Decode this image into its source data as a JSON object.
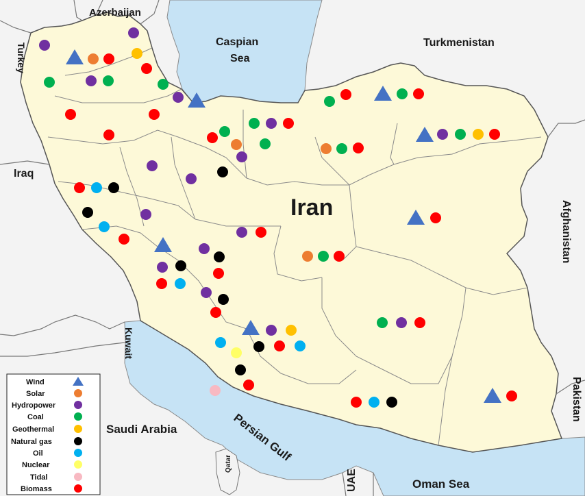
{
  "labels": {
    "azerbaijan": "Azerbaijan",
    "caspian_line1": "Caspian",
    "caspian_line2": "Sea",
    "turkmenistan": "Turkmenistan",
    "turkey": "Turkey",
    "iraq": "Iraq",
    "iran": "Iran",
    "afghanistan": "Afghanistan",
    "kuwait": "Kuwait",
    "saudi_arabia": "Saudi Arabia",
    "persian_gulf": "Persian Gulf",
    "qatar": "Qatar",
    "uae": "UAE",
    "oman_sea": "Oman Sea",
    "pakistan": "Pakistan"
  },
  "legend": [
    {
      "label": "Wind",
      "type": "wind",
      "shape": "triangle",
      "color": "#4472c4"
    },
    {
      "label": "Solar",
      "type": "solar",
      "shape": "circle",
      "color": "#ed7d31"
    },
    {
      "label": "Hydropower",
      "type": "hydro",
      "shape": "circle",
      "color": "#7030a0"
    },
    {
      "label": "Coal",
      "type": "coal",
      "shape": "circle",
      "color": "#00b050"
    },
    {
      "label": "Geothermal",
      "type": "geo",
      "shape": "circle",
      "color": "#ffc000"
    },
    {
      "label": "Natural gas",
      "type": "gas",
      "shape": "circle",
      "color": "#000000"
    },
    {
      "label": "Oil",
      "type": "oil",
      "shape": "circle",
      "color": "#00b0f0"
    },
    {
      "label": "Nuclear",
      "type": "nuclear",
      "shape": "circle",
      "color": "#ffff66"
    },
    {
      "label": "Tidal",
      "type": "tidal",
      "shape": "circle",
      "color": "#f8b9c2"
    },
    {
      "label": "Biomass",
      "type": "bio",
      "shape": "circle",
      "color": "#ff0000"
    }
  ],
  "colors": {
    "land_iran": "#fdf9d8",
    "land_other": "#f3f3f3",
    "water": "#c6e3f5",
    "border": "#8a8a8a",
    "country_border": "#555555"
  }
}
